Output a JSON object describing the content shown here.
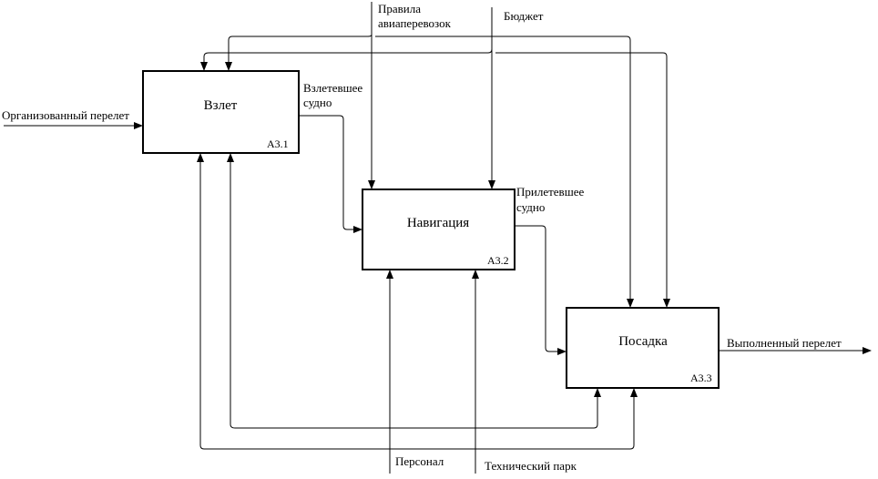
{
  "boxes": [
    {
      "id": "a31",
      "title": "Взлет",
      "number": "А3.1"
    },
    {
      "id": "a32",
      "title": "Навигация",
      "number": "А3.2"
    },
    {
      "id": "a33",
      "title": "Посадка",
      "number": "А3.3"
    }
  ],
  "arrows": {
    "input_main": "Организованный перелет",
    "output_main": "Выполненный перелет",
    "control_rules": [
      "Правила",
      "авиаперевозок"
    ],
    "control_budget": "Бюджет",
    "flow_1_2": [
      "Взлетевшее",
      "судно"
    ],
    "flow_2_3": [
      "Прилетевшее",
      "судно"
    ],
    "mech_staff": "Персонал",
    "mech_fleet": "Технический парк"
  }
}
